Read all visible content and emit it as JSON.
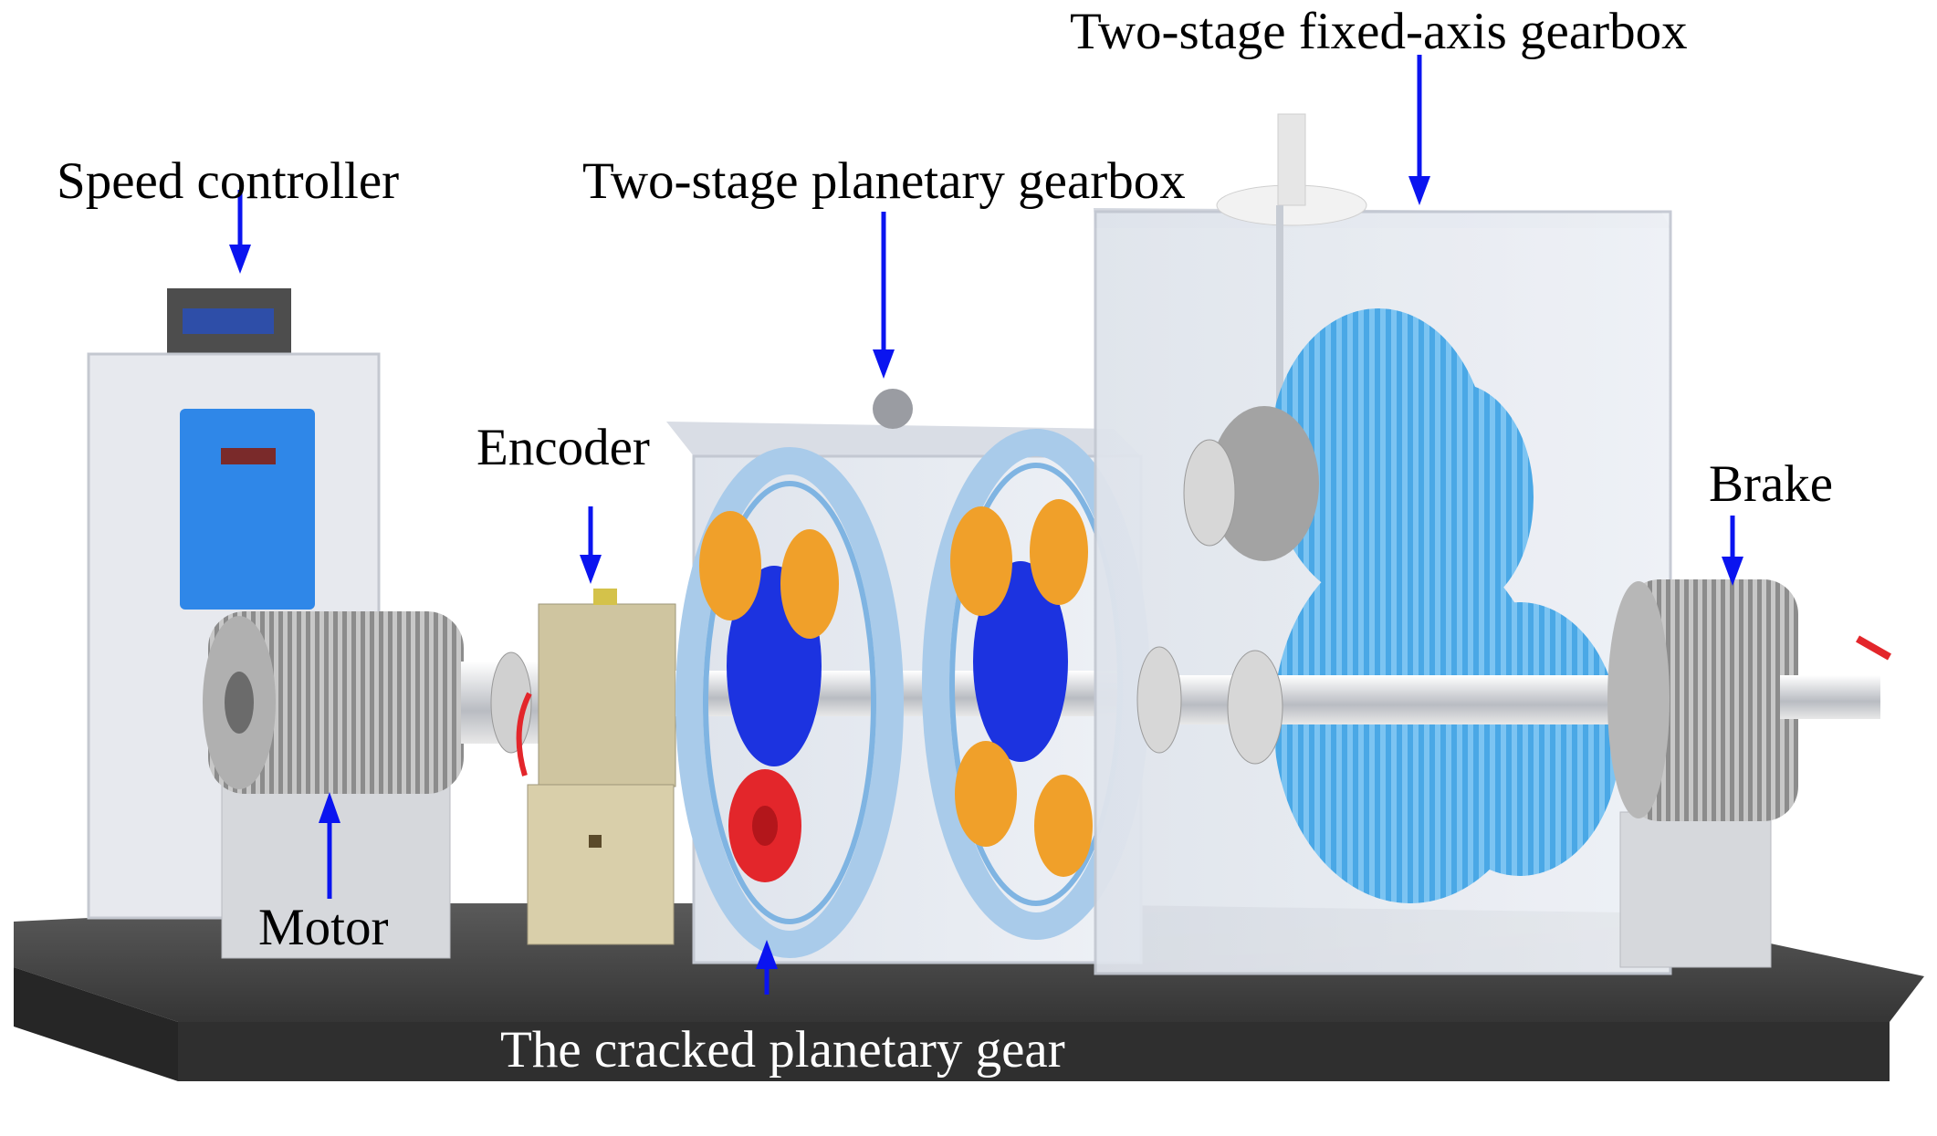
{
  "figure": {
    "labels": {
      "speed_controller": "Speed controller",
      "planetary_gearbox": "Two-stage planetary gearbox",
      "fixed_axis_gearbox": "Two-stage fixed-axis gearbox",
      "encoder": "Encoder",
      "brake": "Brake",
      "motor": "Motor",
      "cracked_gear": "The cracked planetary gear"
    },
    "colors": {
      "arrow": "#0a14f0",
      "base": "#4a4a4a",
      "gear_blue": "#4aa8e6",
      "planet_orange": "#f0a02a",
      "sun_blue": "#1c33e0",
      "cracked_red": "#e3262b",
      "casing": "#e2e6ee",
      "controller_screen": "#2f87e8"
    }
  }
}
